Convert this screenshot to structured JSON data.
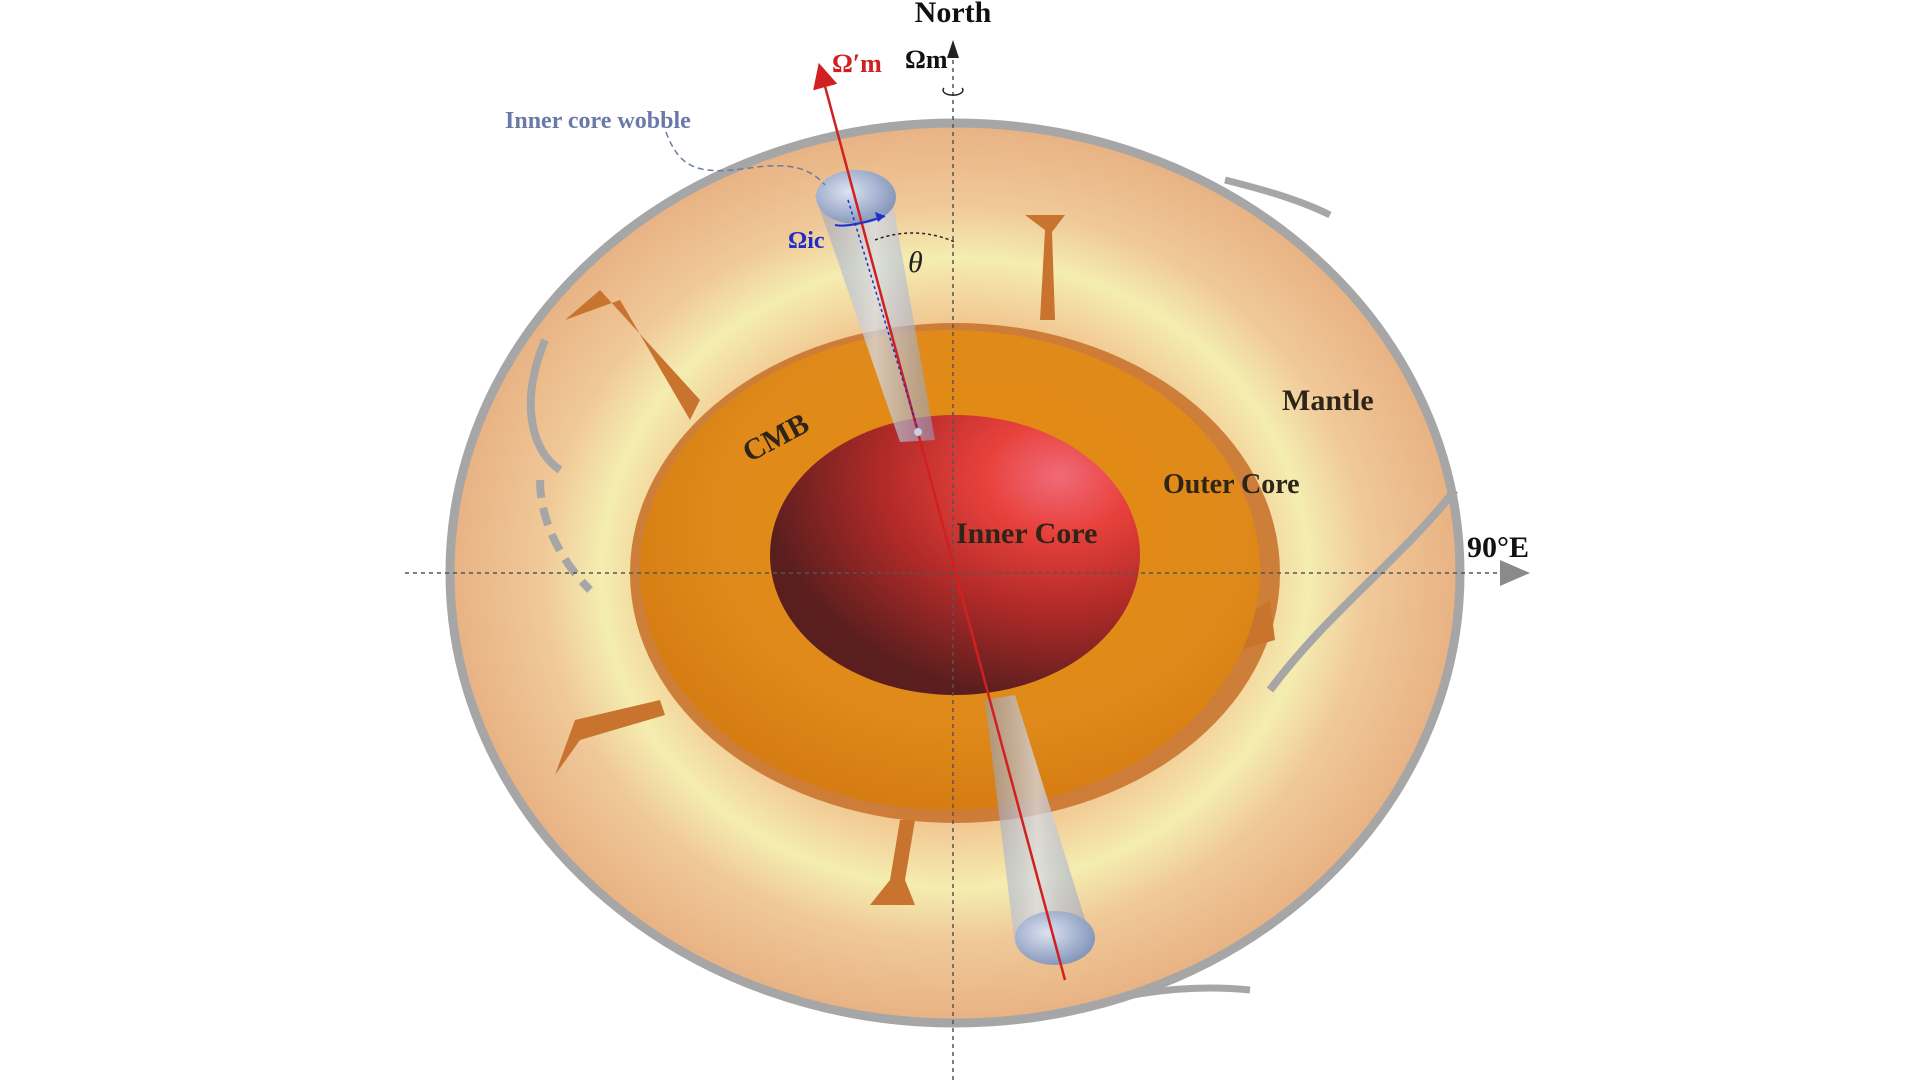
{
  "labels": {
    "north": "North",
    "omega_m": "Ωm",
    "omega_m_prime": "Ω′m",
    "omega_ic": "Ωic",
    "theta": "θ",
    "inner_core_wobble": "Inner core wobble",
    "mantle": "Mantle",
    "outer_core": "Outer Core",
    "inner_core": "Inner Core",
    "cmb": "CMB",
    "east": "90°E"
  },
  "colors": {
    "mantle_outline": "#a6a6a6",
    "mantle_fill": "#eab98a",
    "mantle_band": "#f4edb0",
    "outer_core": "#e08a12",
    "cmb_plume": "#c9742e",
    "inner_core_light": "#e8413c",
    "inner_core_dark": "#6a2222",
    "rotation_axis": "#d12020",
    "wobble_label": "#6a7aa8",
    "omega_ic": "#1c2fc8",
    "text_dark": "#2e2418"
  }
}
